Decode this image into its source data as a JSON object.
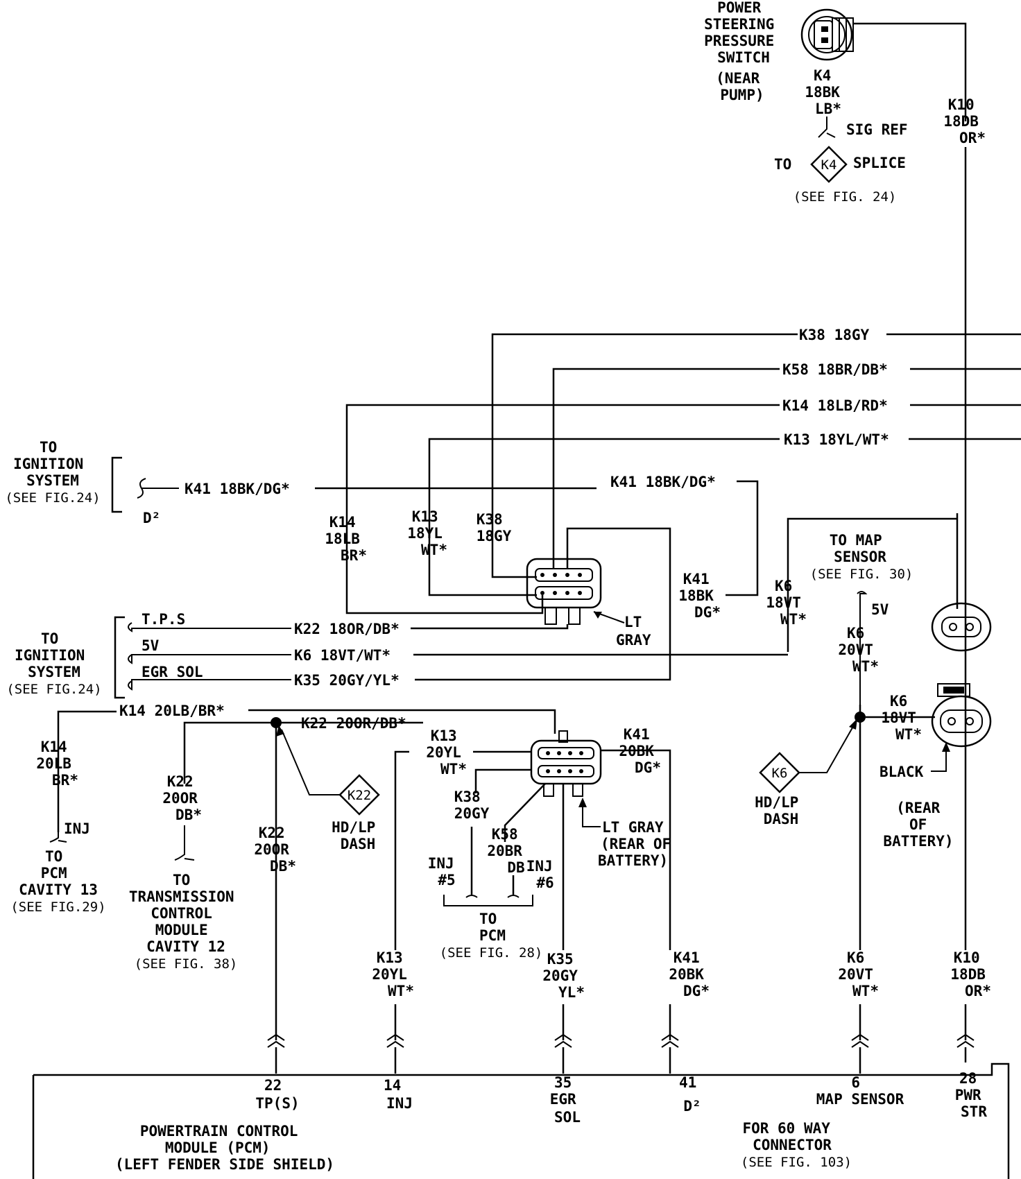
{
  "top_switch": {
    "name": [
      "POWER",
      "STEERING",
      "PRESSURE",
      "SWITCH"
    ],
    "location": [
      "(NEAR",
      "PUMP)"
    ],
    "k4_wire": [
      "K4",
      "18BK",
      "LB*"
    ],
    "k4_sig_ref": "SIG REF",
    "k4_to": "TO",
    "k4_badge": "K4",
    "k4_splice": "SPLICE",
    "k4_ref": "(SEE FIG. 24)",
    "k10_wire": [
      "K10",
      "18DB",
      "OR*"
    ]
  },
  "right_wires": {
    "k38": "K38  18GY",
    "k58": "K58  18BR/DB*",
    "k14": "K14  18LB/RD*",
    "k13": "K13  18YL/WT*",
    "k41": "K41  18BK/DG*"
  },
  "ign_top": {
    "to": [
      "TO",
      "IGNITION",
      "SYSTEM",
      "(SEE FIG.24)"
    ],
    "k41": "K41  18BK/DG*",
    "d2": "D²"
  },
  "upper_conn": {
    "k14": [
      "K14",
      "18LB",
      "BR*"
    ],
    "k13": [
      "K13",
      "18YL",
      "WT*"
    ],
    "k38": [
      "K38",
      "18GY"
    ],
    "k41": [
      "K41",
      "18BK",
      "DG*"
    ],
    "color": [
      "LT",
      "GRAY"
    ]
  },
  "map": {
    "to": [
      "TO MAP",
      "SENSOR",
      "(SEE FIG. 30)"
    ],
    "v5": "5V",
    "k6_top": [
      "K6",
      "18VT",
      "WT*"
    ],
    "k6_mid": [
      "K6",
      "20VT",
      "WT*"
    ],
    "k6_right": [
      "K6",
      "18VT",
      "WT*"
    ],
    "black": "BLACK",
    "rear": [
      "(REAR",
      "OF",
      "BATTERY)"
    ],
    "badge": "K6",
    "dash": [
      "HD/LP",
      "DASH"
    ]
  },
  "ign_mid": {
    "to": [
      "TO",
      "IGNITION",
      "SYSTEM",
      "(SEE FIG.24)"
    ],
    "tps": "T.P.S",
    "v5": "5V",
    "egr": "EGR SOL",
    "k22": "K22  18OR/DB*",
    "k6": "K6  18VT/WT*",
    "k35": "K35  20GY/YL*"
  },
  "lower": {
    "k14_top": "K14  20LB/BR*",
    "k22_top": "K22  20OR/DB*",
    "k14_left": [
      "K14",
      "20LB",
      "BR*"
    ],
    "inj": "INJ",
    "to_pcm13": [
      "TO",
      "PCM",
      "CAVITY 13",
      "(SEE FIG.29)"
    ],
    "k22_left": [
      "K22",
      "20OR",
      "DB*"
    ],
    "to_tcm": [
      "TO",
      "TRANSMISSION",
      "CONTROL",
      "MODULE",
      "CAVITY 12",
      "(SEE FIG. 38)"
    ],
    "k22_mid": [
      "K22",
      "20OR",
      "DB*"
    ],
    "k22_badge": "K22",
    "k22_dash": [
      "HD/LP",
      "DASH"
    ],
    "k13": [
      "K13",
      "20YL",
      "WT*"
    ],
    "k41": [
      "K41",
      "20BK",
      "DG*"
    ],
    "k38": [
      "K38",
      "20GY"
    ],
    "k58": [
      "K58",
      "20BR",
      "DB"
    ],
    "inj5": [
      "INJ",
      "#5"
    ],
    "inj6": [
      "INJ",
      "#6"
    ],
    "to_pcm28": [
      "TO",
      "PCM",
      "(SEE FIG. 28)"
    ],
    "color": [
      "LT GRAY",
      "(REAR OF",
      "BATTERY)"
    ]
  },
  "bottom_wires": {
    "k13": [
      "K13",
      "20YL",
      "WT*"
    ],
    "k35": [
      "K35",
      "20GY",
      "YL*"
    ],
    "k41": [
      "K41",
      "20BK",
      "DG*"
    ],
    "k6": [
      "K6",
      "20VT",
      "WT*"
    ],
    "k10": [
      "K10",
      "18DB",
      "OR*"
    ]
  },
  "pcm": {
    "c22": [
      "22",
      "TP(S)"
    ],
    "c14": [
      "14",
      "INJ"
    ],
    "c35": [
      "35",
      "EGR",
      "SOL"
    ],
    "c41": [
      "41",
      "D²"
    ],
    "c6": [
      "6",
      "MAP SENSOR"
    ],
    "c28": [
      "28",
      "PWR",
      "STR"
    ],
    "name": [
      "POWERTRAIN CONTROL",
      "MODULE (PCM)",
      "(LEFT FENDER SIDE SHIELD)"
    ],
    "for60": [
      "FOR 60 WAY",
      "CONNECTOR",
      "(SEE FIG. 103)"
    ]
  }
}
